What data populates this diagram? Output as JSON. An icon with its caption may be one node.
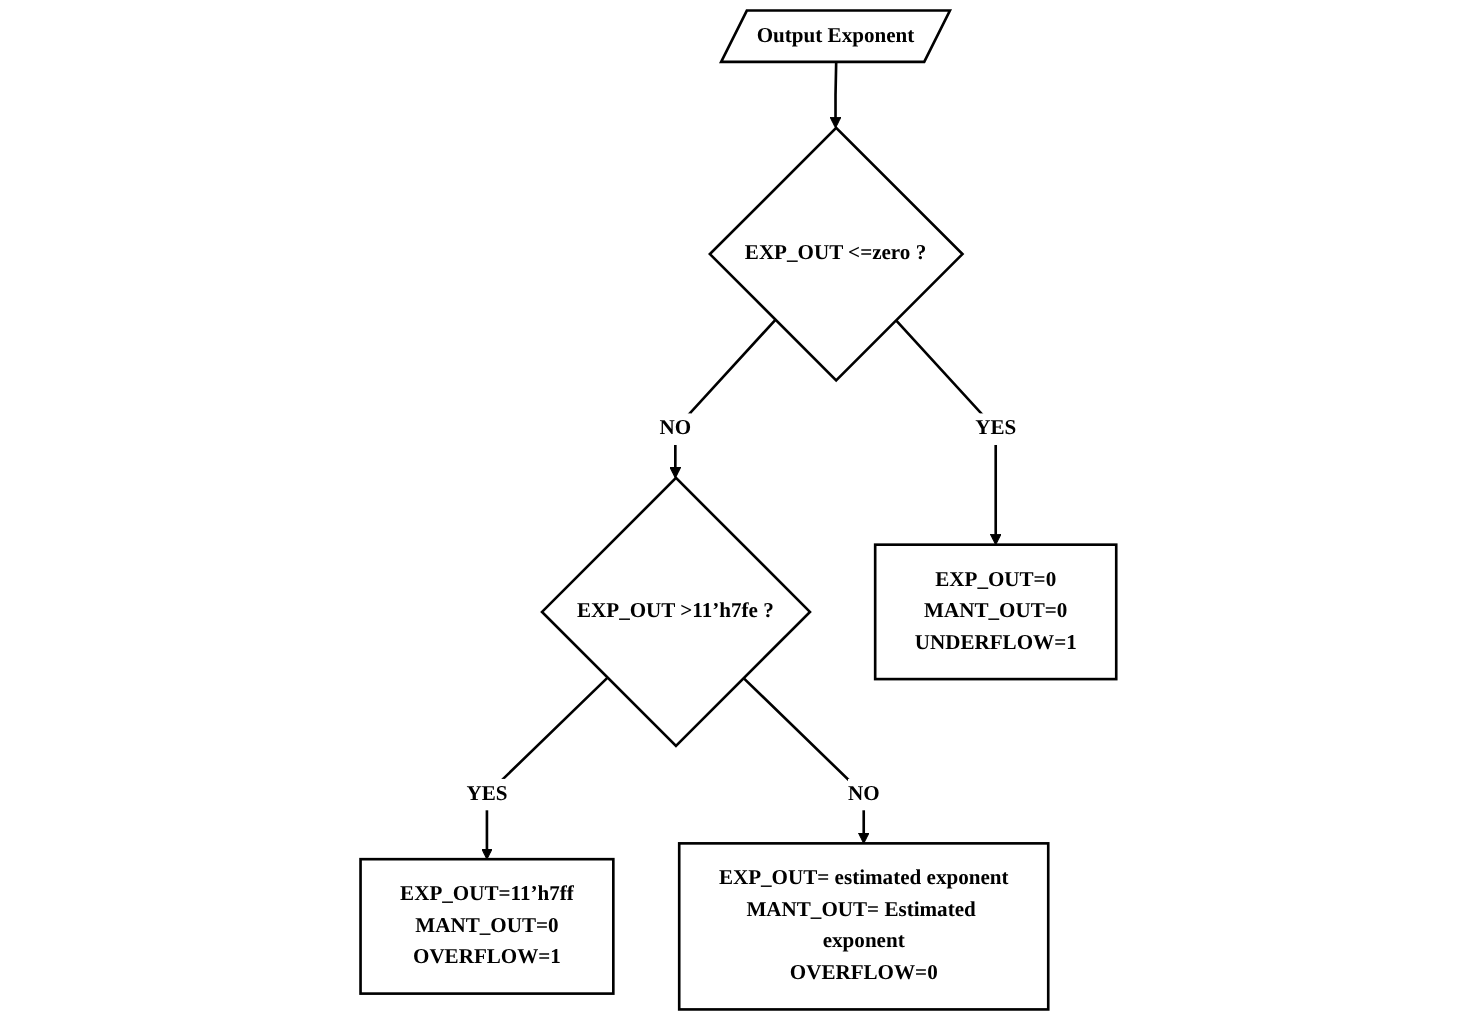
{
  "diagram": {
    "nodes": [
      {
        "text": [
          "Output Exponent"
        ]
      },
      {
        "text": [
          "EXP_OUT <=zero ?"
        ]
      },
      {
        "text": [
          "EXP_OUT >11’h7fe ?"
        ]
      },
      {
        "text": [
          "EXP_OUT=0",
          "MANT_OUT=0",
          "UNDERFLOW=1"
        ]
      },
      {
        "text": [
          "EXP_OUT=11’h7ff",
          "MANT_OUT=0",
          "OVERFLOW=1"
        ]
      },
      {
        "text": [
          "EXP_OUT= estimated exponent",
          "MANT_OUT= Estimated exponent",
          "OVERFLOW=0"
        ]
      }
    ],
    "edges": [
      {
        "from": 0,
        "to": 1,
        "arrow": "to"
      },
      {
        "from": 1,
        "to": 2,
        "arrow": "to",
        "label": "NO"
      },
      {
        "from": 1,
        "to": 3,
        "arrow": "to",
        "label": "YES"
      },
      {
        "from": 2,
        "to": 4,
        "arrow": "to",
        "label": "YES"
      },
      {
        "from": 2,
        "to": 5,
        "arrow": "to",
        "label": "NO"
      }
    ]
  }
}
